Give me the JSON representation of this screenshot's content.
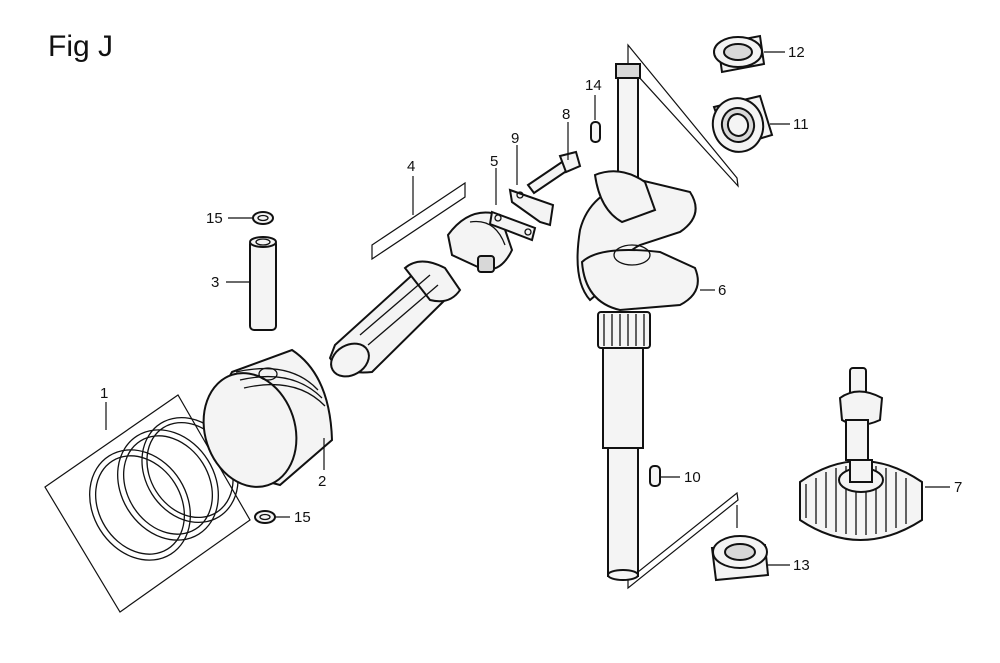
{
  "figure": {
    "title": "Fig J"
  },
  "callouts": [
    {
      "id": "1",
      "label": "1"
    },
    {
      "id": "2",
      "label": "2"
    },
    {
      "id": "3",
      "label": "3"
    },
    {
      "id": "4",
      "label": "4"
    },
    {
      "id": "5",
      "label": "5"
    },
    {
      "id": "6",
      "label": "6"
    },
    {
      "id": "7",
      "label": "7"
    },
    {
      "id": "8",
      "label": "8"
    },
    {
      "id": "9",
      "label": "9"
    },
    {
      "id": "10",
      "label": "10"
    },
    {
      "id": "11",
      "label": "11"
    },
    {
      "id": "12",
      "label": "12"
    },
    {
      "id": "13",
      "label": "13"
    },
    {
      "id": "14",
      "label": "14"
    },
    {
      "id": "15a",
      "label": "15"
    },
    {
      "id": "15b",
      "label": "15"
    }
  ]
}
